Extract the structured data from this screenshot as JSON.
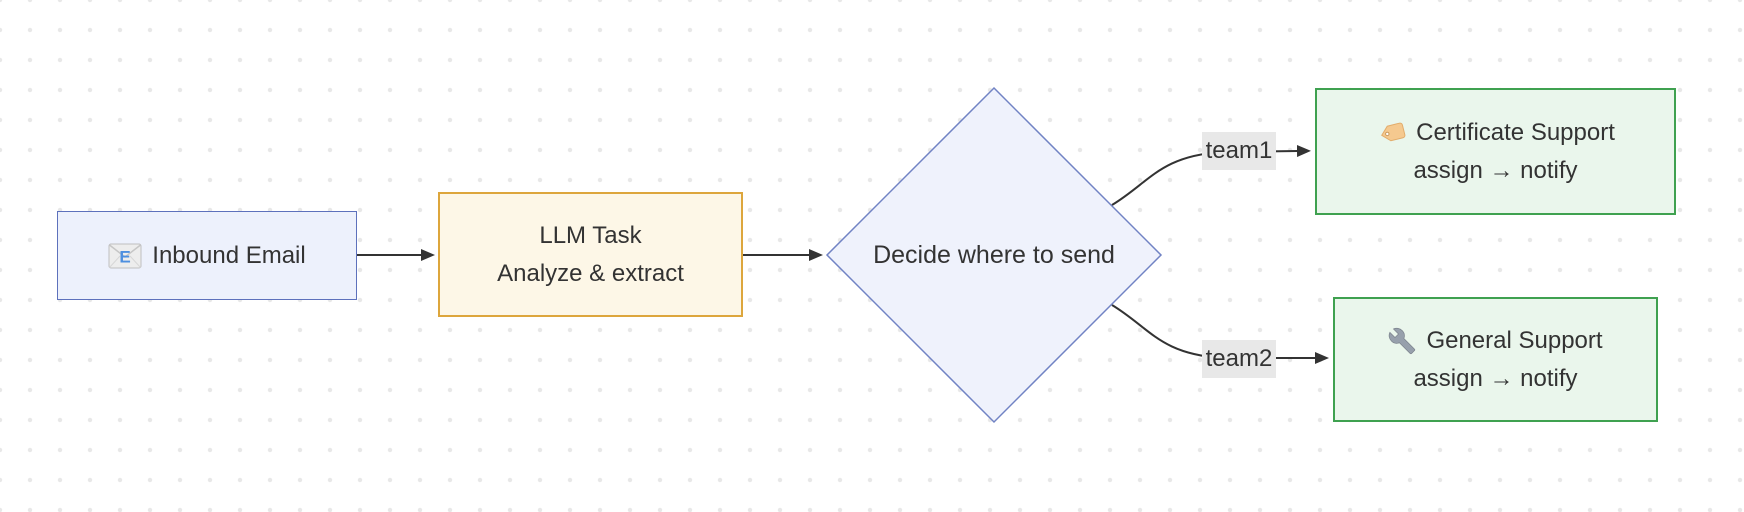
{
  "diagram": {
    "nodes": {
      "inbound_email": {
        "label": "Inbound Email",
        "icon": "email-icon"
      },
      "llm_task": {
        "title": "LLM Task",
        "subtitle": "Analyze & extract"
      },
      "decide": {
        "label": "Decide where to send"
      },
      "certificate_support": {
        "title": "Certificate Support",
        "subtitle": "assign → notify",
        "icon": "tag-icon"
      },
      "general_support": {
        "title": "General Support",
        "subtitle": "assign → notify",
        "icon": "wrench-icon"
      }
    },
    "edge_labels": {
      "team1": "team1",
      "team2": "team2"
    },
    "colors": {
      "canvas_bg": "#ffffff",
      "dot": "#e8e8e8",
      "text": "#333333",
      "edge": "#333333",
      "label_bg": "#e8e8e8",
      "blue_fill": "#edf1fc",
      "blue_border": "#5d71bc",
      "yellow_fill": "#fdf7e7",
      "yellow_border": "#dda63c",
      "diamond_fill": "#eff2fc",
      "diamond_border": "#7183c4",
      "green_fill": "#eaf6ec",
      "green_border": "#3fa150"
    }
  }
}
